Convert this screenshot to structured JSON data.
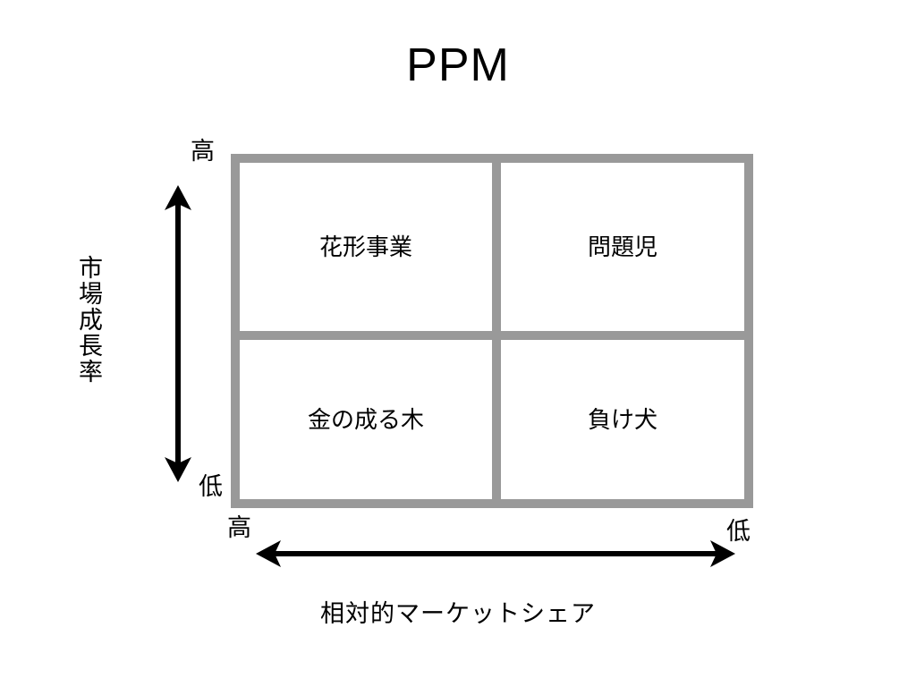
{
  "slide": {
    "title": "PPM",
    "background_color": "#ffffff",
    "text_color": "#000000",
    "matrix_border_color": "#999999",
    "arrow_color": "#000000"
  },
  "matrix": {
    "quadrants": [
      {
        "key": "star",
        "label": "花形事業",
        "position": "top-left"
      },
      {
        "key": "question",
        "label": "問題児",
        "position": "top-right"
      },
      {
        "key": "cash_cow",
        "label": "金の成る木",
        "position": "bottom-left"
      },
      {
        "key": "dog",
        "label": "負け犬",
        "position": "bottom-right"
      }
    ]
  },
  "y_axis": {
    "title": "市場成長率",
    "high_label": "高",
    "low_label": "低",
    "arrow": "double-headed-vertical"
  },
  "x_axis": {
    "title": "相対的マーケットシェア",
    "left_label": "高",
    "right_label": "低",
    "arrow": "double-headed-horizontal"
  },
  "chart_data": {
    "type": "table",
    "title": "PPM",
    "xlabel": "相対的マーケットシェア",
    "ylabel": "市場成長率",
    "x_categories": [
      "高",
      "低"
    ],
    "y_categories": [
      "高",
      "低"
    ],
    "cells": [
      {
        "x": "高",
        "y": "高",
        "label": "花形事業"
      },
      {
        "x": "低",
        "y": "高",
        "label": "問題児"
      },
      {
        "x": "高",
        "y": "低",
        "label": "金の成る木"
      },
      {
        "x": "低",
        "y": "低",
        "label": "負け犬"
      }
    ]
  }
}
